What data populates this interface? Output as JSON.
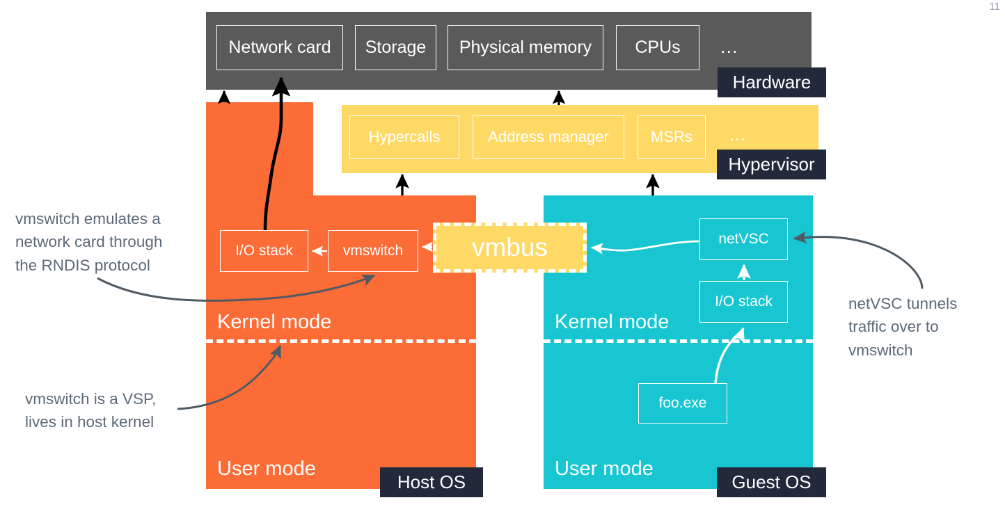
{
  "slide": {
    "number": "11"
  },
  "layers": {
    "hardware": {
      "badge": "Hardware",
      "components": [
        "Network card",
        "Storage",
        "Physical memory",
        "CPUs"
      ],
      "ellipsis": "...",
      "color": "#5a5a5a"
    },
    "hypervisor": {
      "badge": "Hypervisor",
      "components": [
        "Hypercalls",
        "Address manager",
        "MSRs"
      ],
      "ellipsis": "...",
      "color": "#ffd966"
    },
    "host_os": {
      "badge": "Host OS",
      "color": "#fc6c37",
      "kernel_mode_label": "Kernel mode",
      "user_mode_label": "User mode",
      "components": [
        "I/O stack",
        "vmswitch"
      ]
    },
    "guest_os": {
      "badge": "Guest OS",
      "color": "#17c6d0",
      "kernel_mode_label": "Kernel mode",
      "user_mode_label": "User mode",
      "components": [
        "netVSC",
        "I/O stack",
        "foo.exe"
      ]
    },
    "vmbus": {
      "label": "vmbus",
      "fill": "#ffd966",
      "border": "#ffffff"
    }
  },
  "annotations": {
    "rndis": "vmswitch emulates a\nnetwork card through\nthe RNDIS protocol",
    "vsp": "vmswitch is a VSP,\nlives in host kernel",
    "netvsc": "netVSC  tunnels\ntraffic over to\nvmswitch",
    "color": "#5d6a78"
  },
  "arrows": [
    {
      "name": "host-to-hardware",
      "style": "black-straight"
    },
    {
      "name": "iostack-to-network-card",
      "style": "black-curved"
    },
    {
      "name": "guest-to-hardware",
      "style": "black-straight"
    },
    {
      "name": "host-to-hypervisor",
      "style": "black-straight"
    },
    {
      "name": "guest-to-hypervisor",
      "style": "black-straight"
    },
    {
      "name": "vmswitch-to-iostack",
      "style": "white-straight"
    },
    {
      "name": "vmbus-to-vmswitch",
      "style": "white-straight"
    },
    {
      "name": "netvsc-to-vmbus",
      "style": "white-curved"
    },
    {
      "name": "guest-iostack-to-netvsc",
      "style": "white-straight"
    },
    {
      "name": "fooexe-to-guest-iostack",
      "style": "white-curved"
    },
    {
      "name": "rndis-note-to-vmswitch",
      "style": "gray-curved"
    },
    {
      "name": "vsp-note-to-host-kernel",
      "style": "gray-curved"
    },
    {
      "name": "netvsc-note-to-netvsc",
      "style": "gray-curved"
    }
  ]
}
